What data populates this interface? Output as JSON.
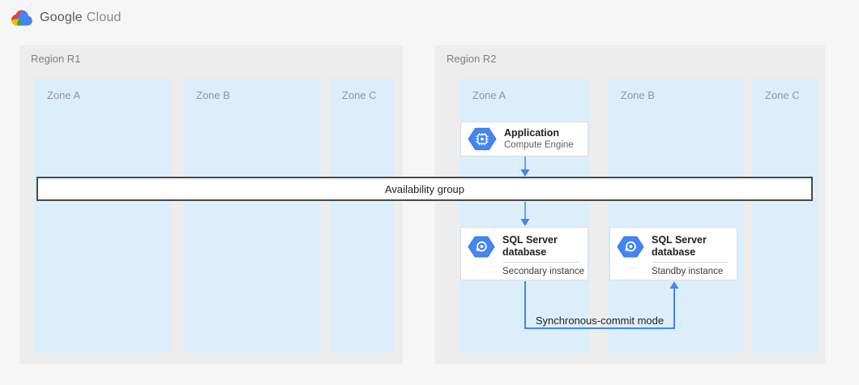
{
  "header": {
    "logo_icon": "google-cloud-logo",
    "logo_primary": "Google",
    "logo_secondary": "Cloud"
  },
  "regions": [
    {
      "label": "Region R1",
      "zones": [
        {
          "label": "Zone A"
        },
        {
          "label": "Zone B"
        },
        {
          "label": "Zone C"
        }
      ]
    },
    {
      "label": "Region R2",
      "zones": [
        {
          "label": "Zone A"
        },
        {
          "label": "Zone B"
        },
        {
          "label": "Zone C"
        }
      ]
    }
  ],
  "availability_group": {
    "label": "Availability group"
  },
  "nodes": {
    "application": {
      "title": "Application",
      "subtitle": "Compute Engine",
      "icon": "compute-engine-icon"
    },
    "sql_secondary": {
      "title": "SQL Server database",
      "instance_label": "Secondary instance",
      "icon": "cloud-sql-icon"
    },
    "sql_standby": {
      "title": "SQL Server database",
      "instance_label": "Standby instance",
      "icon": "cloud-sql-icon"
    }
  },
  "connections": {
    "app_to_secondary": {
      "type": "arrow-down"
    },
    "secondary_to_standby": {
      "label": "Synchronous-commit mode",
      "type": "elbow-arrow"
    }
  },
  "colors": {
    "page_background": "#f6f6f6",
    "region_fill": "#ededee",
    "zone_fill": "#ddeefb",
    "accent_blue": "#4285f4",
    "arrow_shaft": "#6a9ef5",
    "card_border": "#dcdee0",
    "bar_border": "#48494b",
    "divider": "#dadce0",
    "logo_red": "#ea4335",
    "logo_yellow": "#fbbc05",
    "logo_green": "#34a853",
    "logo_blue": "#4285f4"
  }
}
